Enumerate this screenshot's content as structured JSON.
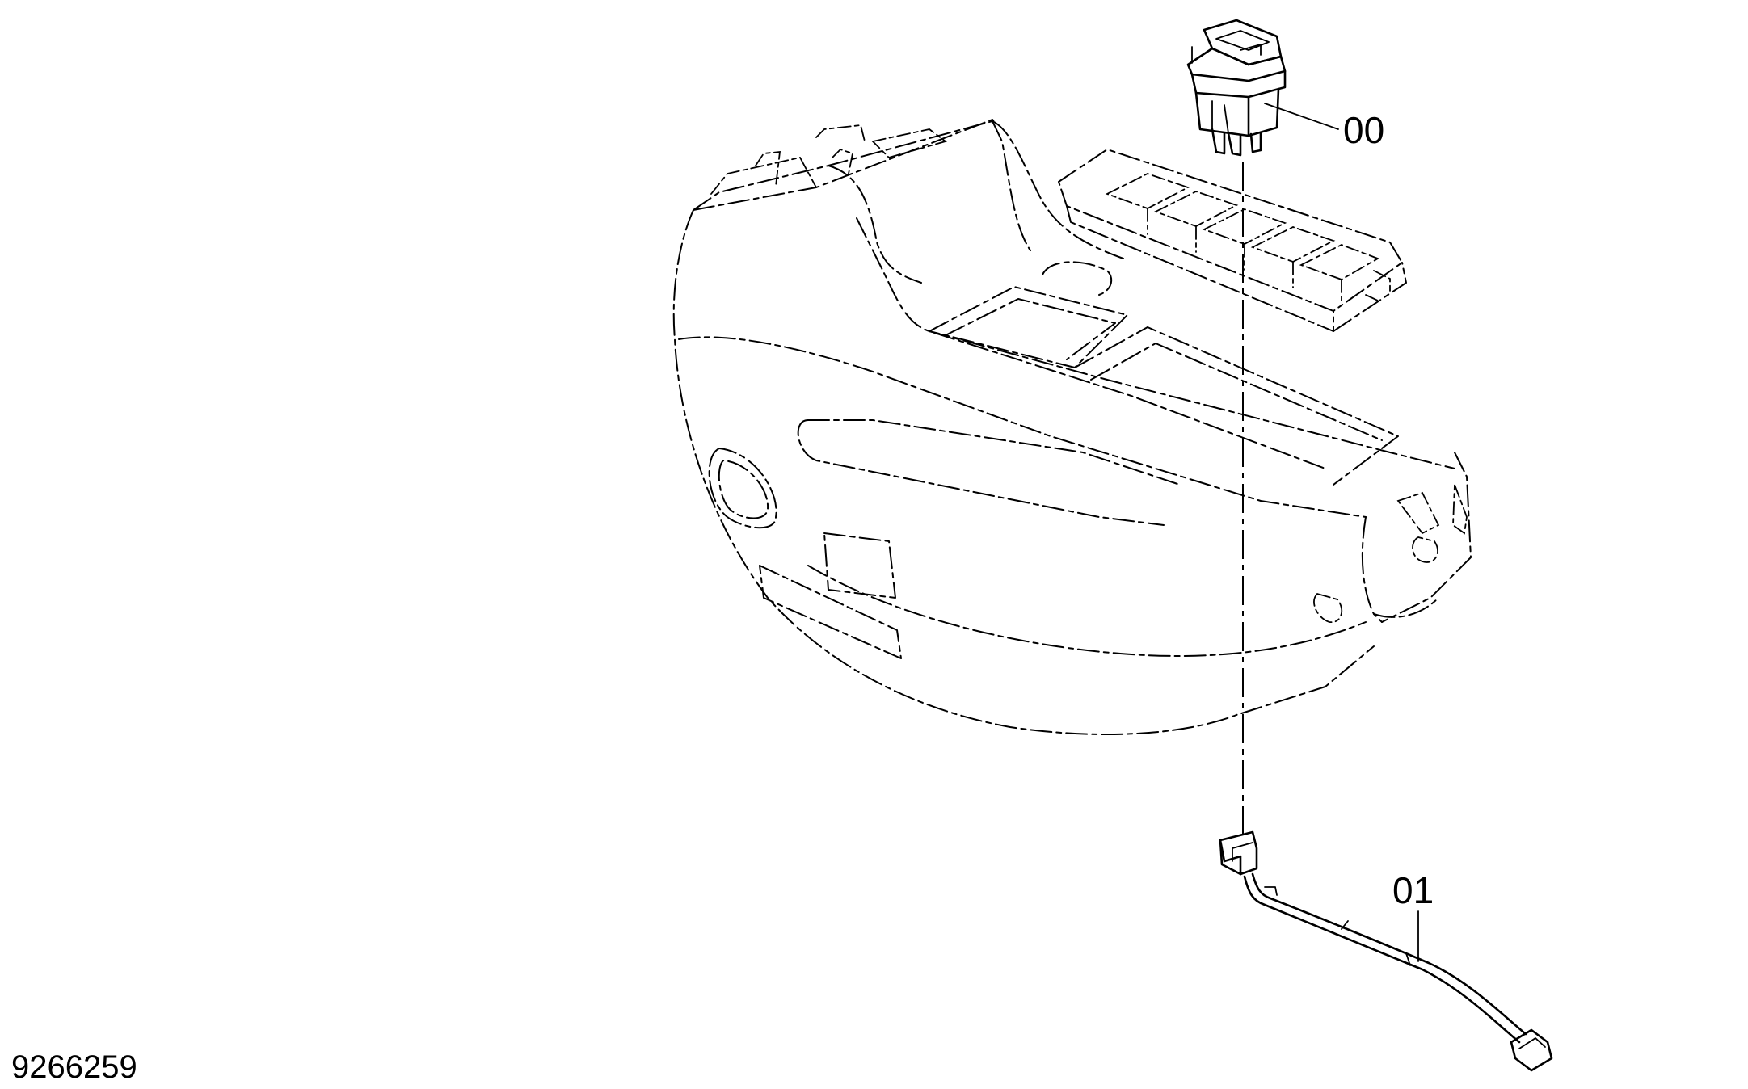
{
  "diagram": {
    "drawing_number": "9266259",
    "callouts": [
      {
        "id": "00",
        "label": "00"
      },
      {
        "id": "01",
        "label": "01"
      }
    ]
  },
  "colors": {
    "line": "#000000",
    "background": "#ffffff"
  }
}
